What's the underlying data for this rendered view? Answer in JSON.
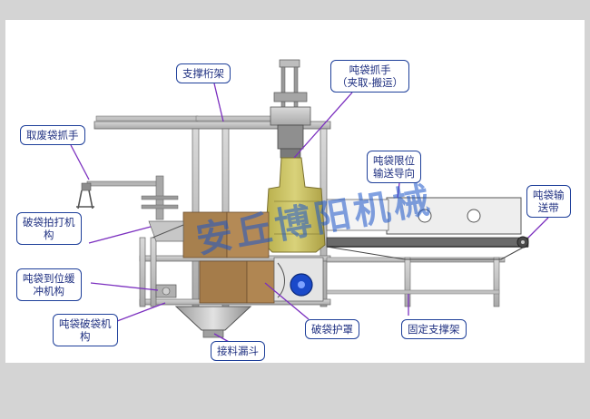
{
  "labels": {
    "truss": "支撑桁架",
    "gripper_line1": "吨袋抓手",
    "gripper_line2": "（夹取-搬运）",
    "waste_gripper": "取废袋抓手",
    "limit_line1": "吨袋限位",
    "limit_line2": "输送导向",
    "conveyor_line1": "吨袋输",
    "conveyor_line2": "送带",
    "slap_line1": "破袋拍打机",
    "slap_line2": "构",
    "buffer_line1": "吨袋到位缓",
    "buffer_line2": "冲机构",
    "breaker_line1": "吨袋破袋机",
    "breaker_line2": "构",
    "guard": "破袋护罩",
    "stand": "固定支撑架",
    "hopper": "接料漏斗"
  },
  "watermark": "安丘博阳机械",
  "colors": {
    "callout_border": "#1e3f9a",
    "callout_text": "#1e2f80",
    "leader": "#7b2fbf",
    "frame": "#8a8a8a",
    "bag": "#c8c060",
    "carton": "#a07848",
    "belt": "#505050",
    "motor": "#1a49c9"
  }
}
